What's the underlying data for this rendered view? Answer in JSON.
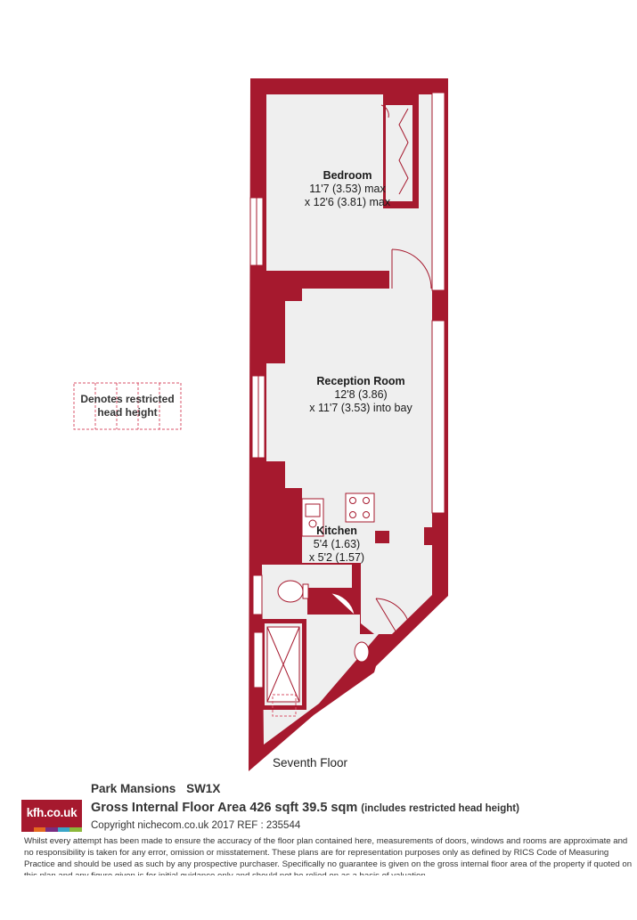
{
  "rooms": {
    "bedroom": {
      "name": "Bedroom",
      "dim1": "11'7 (3.53) max",
      "dim2": "x 12'6 (3.81) max"
    },
    "reception": {
      "name": "Reception Room",
      "dim1": "12'8 (3.86)",
      "dim2": "x 11'7 (3.53) into bay"
    },
    "kitchen": {
      "name": "Kitchen",
      "dim1": "5'4 (1.63)",
      "dim2": "x 5'2 (1.57)"
    }
  },
  "legend": {
    "line1": "Denotes restricted",
    "line2": "head height"
  },
  "floor": "Seventh Floor",
  "footer": {
    "property": "Park Mansions",
    "postcode": "SW1X",
    "area": "Gross Internal Floor Area 426 sqft 39.5 sqm",
    "area_note": "(includes restricted head height)",
    "copyright": "Copyright nichecom.co.uk 2017 REF : 235544",
    "disclaimer": "Whilst every attempt has been made to ensure the accuracy of the floor plan contained here, measurements of doors, windows and rooms are approximate and no responsibility is taken for any error, omission or misstatement.  These plans are for representation purposes only as defined by RICS Code of Measuring Practice and should be used as such by any prospective purchaser.  Specifically no guarantee is given on the gross internal floor area of the property if quoted on this plan and any figure given is for initial guidance only and should not be relied on as a basis of valuation."
  },
  "logo": {
    "text": "kfh.co.uk"
  },
  "colors": {
    "wall": "#a6192e",
    "floor": "#efefef",
    "stripes": [
      "#a6192e",
      "#e56a1e",
      "#7a2c82",
      "#3aa6c8",
      "#8bb83a"
    ]
  }
}
